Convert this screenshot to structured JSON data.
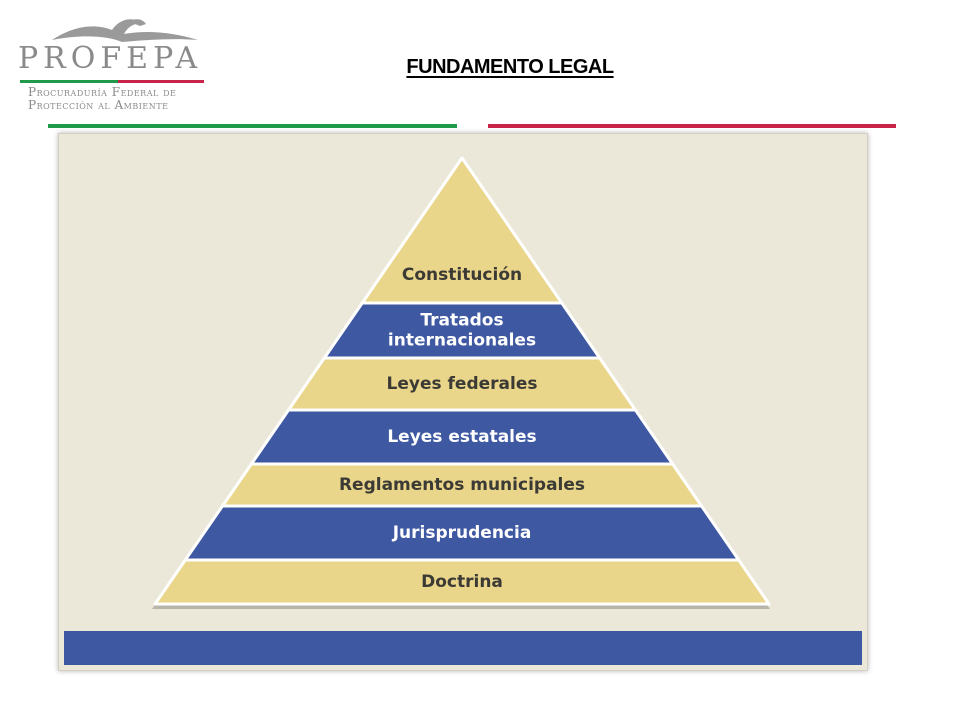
{
  "logo": {
    "wordmark": "PROFEPA",
    "subtitle_line1": "Procuraduría Federal de",
    "subtitle_line2": "Protección al Ambiente"
  },
  "slide": {
    "title": "FUNDAMENTO LEGAL"
  },
  "pyramid": {
    "tiers": [
      {
        "label_lines": [
          "Constitución"
        ],
        "color": "#ead68a",
        "text_color": "#3c3a35"
      },
      {
        "label_lines": [
          "Tratados",
          "internacionales"
        ],
        "color": "#3f58a2",
        "text_color": "#ffffff"
      },
      {
        "label_lines": [
          "Leyes federales"
        ],
        "color": "#ead68a",
        "text_color": "#3c3a35"
      },
      {
        "label_lines": [
          "Leyes estatales"
        ],
        "color": "#3f58a2",
        "text_color": "#ffffff"
      },
      {
        "label_lines": [
          "Reglamentos municipales"
        ],
        "color": "#ead68a",
        "text_color": "#3c3a35"
      },
      {
        "label_lines": [
          "Jurisprudencia"
        ],
        "color": "#3f58a2",
        "text_color": "#ffffff"
      },
      {
        "label_lines": [
          "Doctrina"
        ],
        "color": "#ead68a",
        "text_color": "#3c3a35"
      }
    ]
  },
  "colors": {
    "rule_green": "#1f9a4a",
    "rule_red": "#c8244a",
    "panel_background": "#ebe8d9",
    "panel_bar": "#3f58a2"
  }
}
